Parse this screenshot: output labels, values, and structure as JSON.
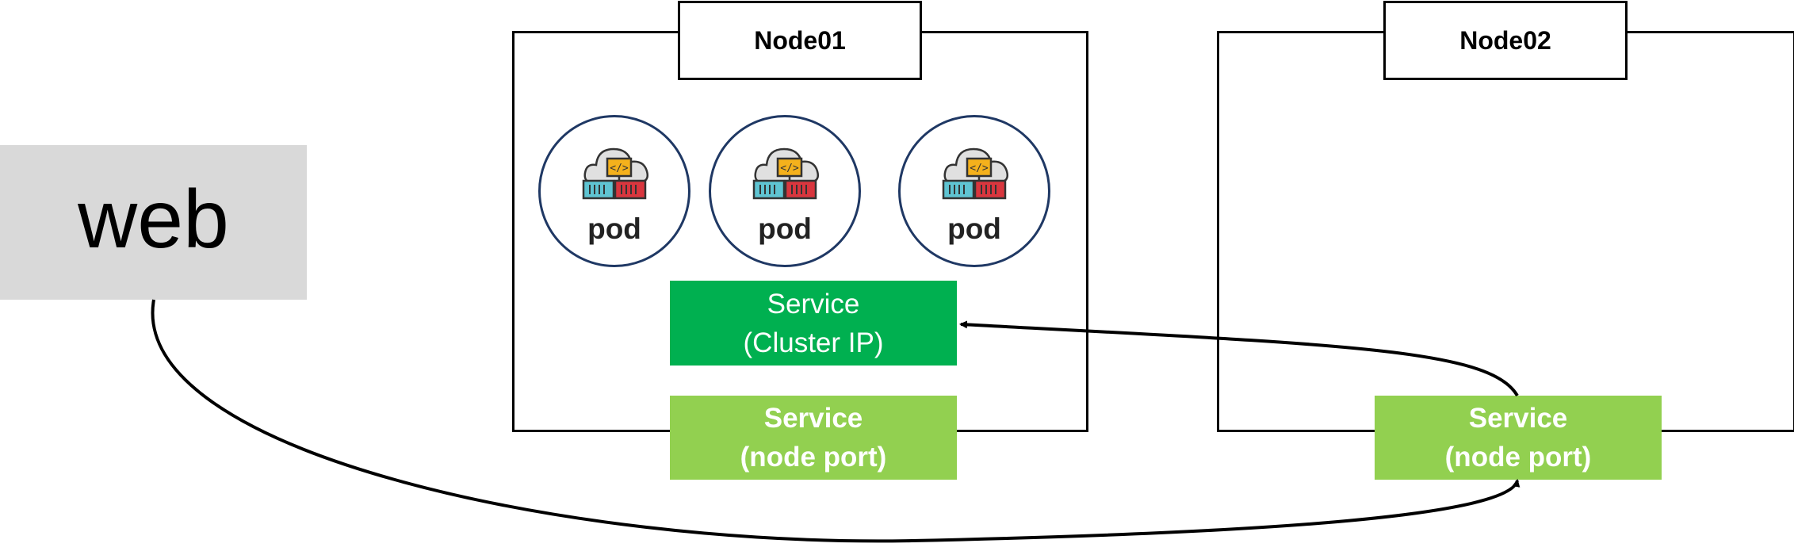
{
  "web": {
    "label": "web"
  },
  "nodes": [
    {
      "label": "Node01"
    },
    {
      "label": "Node02"
    }
  ],
  "pods": [
    {
      "label": "pod",
      "icon": "cloud-container-icon"
    },
    {
      "label": "pod",
      "icon": "cloud-container-icon"
    },
    {
      "label": "pod",
      "icon": "cloud-container-icon"
    }
  ],
  "services": {
    "cluster_ip": {
      "line1": "Service",
      "line2": "(Cluster IP)"
    },
    "node_port_1": {
      "line1": "Service",
      "line2": "(node port)"
    },
    "node_port_2": {
      "line1": "Service",
      "line2": "(node port)"
    }
  },
  "colors": {
    "cluster_ip_green": "#00b050",
    "node_port_green": "#92d050",
    "web_gray": "#d9d9d9",
    "pod_border": "#1f3864"
  }
}
